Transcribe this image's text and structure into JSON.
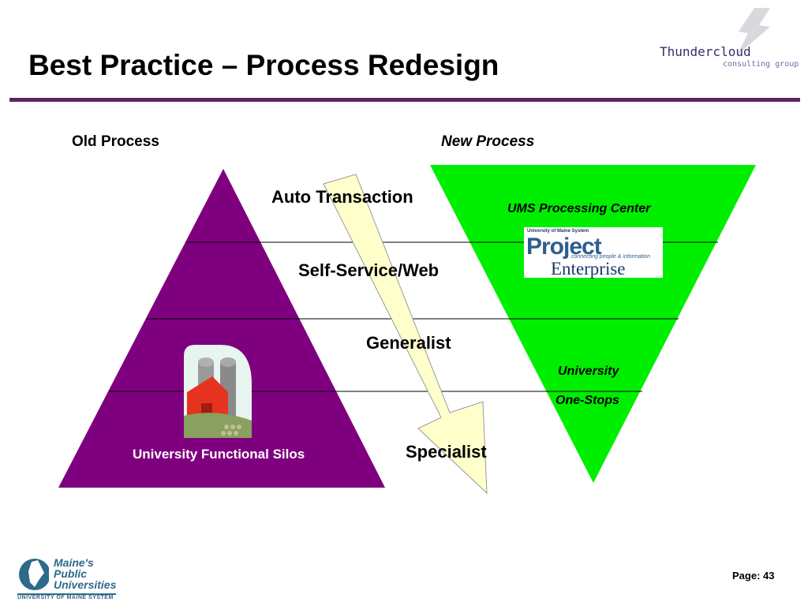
{
  "slide": {
    "title": "Best Practice – Process Redesign",
    "page": "Page: 43"
  },
  "logos": {
    "thundercloud_name": "Thundercloud",
    "thundercloud_sub": "consulting group",
    "maine_lines": [
      "Maine's",
      "Public",
      "Universities"
    ],
    "maine_system": "UNIVERSITY OF MAINE SYSTEM",
    "project_enterprise": {
      "header": "University of Maine System",
      "word1": "Project",
      "tagline": "connecting people & information",
      "word2": "Enterprise"
    }
  },
  "columns": {
    "old": "Old Process",
    "new": "New Process"
  },
  "levels": {
    "auto": "Auto Transaction",
    "self": "Self-Service/Web",
    "generalist": "Generalist",
    "specialist": "Specialist"
  },
  "old_triangle": {
    "label": "University Functional Silos",
    "color": "#7f007f"
  },
  "new_triangle": {
    "top_label": "UMS Processing Center",
    "mid_label_1": "University",
    "mid_label_2": "One-Stops",
    "color": "#00ee00"
  },
  "arrow": {
    "fill": "#ffffcc"
  },
  "colors": {
    "title_rule": "#5e2461"
  }
}
